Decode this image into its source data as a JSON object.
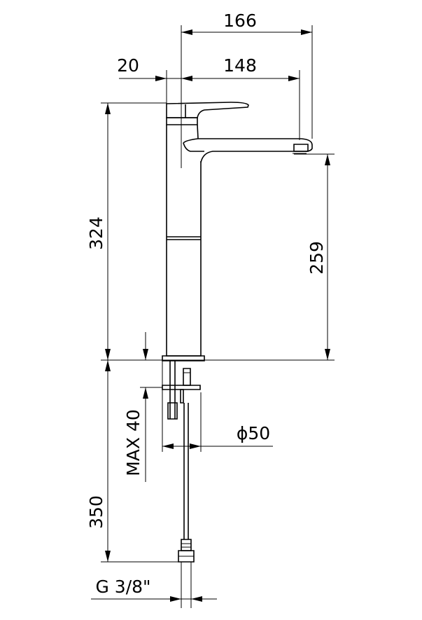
{
  "dimensions": {
    "total_reach": "166",
    "spout_reach": "148",
    "lever_offset": "20",
    "total_height": "324",
    "spout_height": "259",
    "max_deck_thickness": "MAX 40",
    "base_diameter": "ϕ50",
    "below_deck_length": "350",
    "connection_thread": "G 3/8\""
  }
}
